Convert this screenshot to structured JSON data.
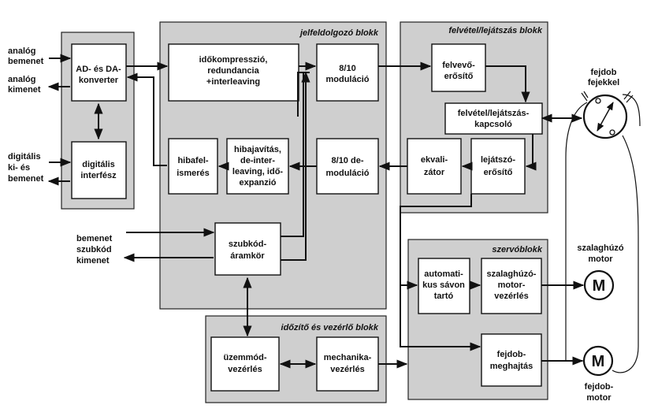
{
  "regions": {
    "jelfeldolgozo": "jelfeldolgozó blokk",
    "felvetel": "felvétel/lejátszás blokk",
    "szervo": "szervóblokk",
    "idozito": "időzítő és vezérlő blokk"
  },
  "blocks": {
    "ad_da": [
      "AD- és DA-",
      "konverter"
    ],
    "digitalis_interfesz": [
      "digitális",
      "interfész"
    ],
    "idokompresszio": [
      "időkompresszió,",
      "redundancia",
      "+interleaving"
    ],
    "moduláció": [
      "8/10",
      "moduláció"
    ],
    "felvevo": [
      "felvevő-",
      "erősítő"
    ],
    "kapcsolo": [
      "felvétel/lejátszás-",
      "kapcsoló"
    ],
    "lejatszo": [
      "lejátszó-",
      "erősítő"
    ],
    "ekvalizator": [
      "ekvali-",
      "zátor"
    ],
    "demodulacio": [
      "8/10 de-",
      "moduláció"
    ],
    "hibajavitas": [
      "hibajavítás,",
      "de-inter-",
      "leaving, idő-",
      "expanzió"
    ],
    "hibafelismeres": [
      "hibafel-",
      "ismerés"
    ],
    "szubkod": [
      "szubkód-",
      "áramkör"
    ],
    "savon_tarto": [
      "automati-",
      "kus sávon",
      "tartó"
    ],
    "szalaghuzo_vezerles": [
      "szalaghúzó-",
      "motor-",
      "vezérlés"
    ],
    "fejdob_meghajtas": [
      "fejdob-",
      "meghajtás"
    ],
    "uzemmod": [
      "üzemmód-",
      "vezérlés"
    ],
    "mechanika": [
      "mechanika-",
      "vezérlés"
    ]
  },
  "io": {
    "analog_in": [
      "analóg",
      "bemenet"
    ],
    "analog_out": [
      "analóg",
      "kimenet"
    ],
    "digital_io": [
      "digitális",
      "ki- és",
      "bemenet"
    ],
    "subcode_io": [
      "bemenet",
      "szubkód",
      "kimenet"
    ]
  },
  "devices": {
    "fejdob": [
      "fejdob",
      "fejekkel"
    ],
    "szalaghuzo_motor": [
      "szalaghúzó",
      "motor"
    ],
    "fejdob_motor": [
      "fejdob-",
      "motor"
    ],
    "motor_symbol": "M"
  }
}
